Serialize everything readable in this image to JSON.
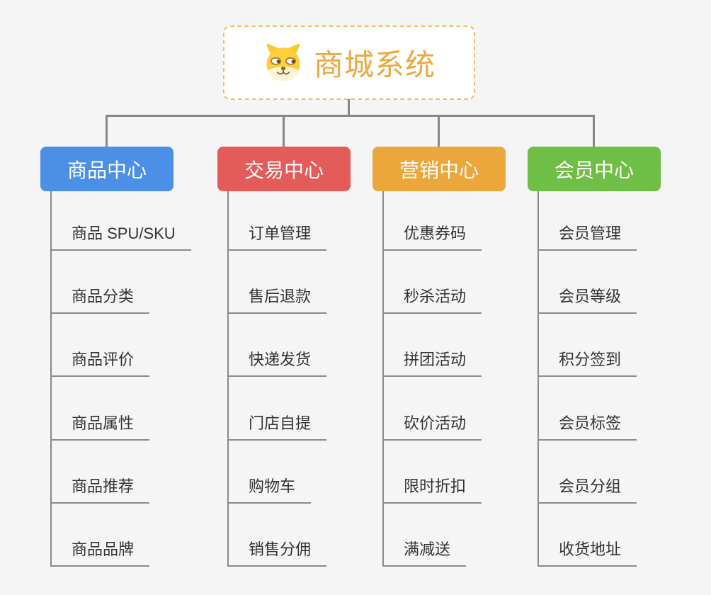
{
  "root": {
    "label": "商城系统",
    "icon": "doge-icon",
    "text_color": "#EDA83E",
    "border_color": "#F3BC66"
  },
  "branches": [
    {
      "label": "商品中心",
      "color": "#4B90E6",
      "children": [
        "商品 SPU/SKU",
        "商品分类",
        "商品评价",
        "商品属性",
        "商品推荐",
        "商品品牌"
      ]
    },
    {
      "label": "交易中心",
      "color": "#E45C5A",
      "children": [
        "订单管理",
        "售后退款",
        "快递发货",
        "门店自提",
        "购物车",
        "销售分佣"
      ]
    },
    {
      "label": "营销中心",
      "color": "#EBA63C",
      "children": [
        "优惠券码",
        "秒杀活动",
        "拼团活动",
        "砍价活动",
        "限时折扣",
        "满减送"
      ]
    },
    {
      "label": "会员中心",
      "color": "#6FBE45",
      "children": [
        "会员管理",
        "会员等级",
        "积分签到",
        "会员标签",
        "会员分组",
        "收货地址"
      ]
    }
  ],
  "colors": {
    "background": "#F5F5F5",
    "connector": "#878787",
    "leaf_line": "#8A8A8A",
    "leaf_text": "#333333",
    "branch_text": "#FFFFFF"
  }
}
